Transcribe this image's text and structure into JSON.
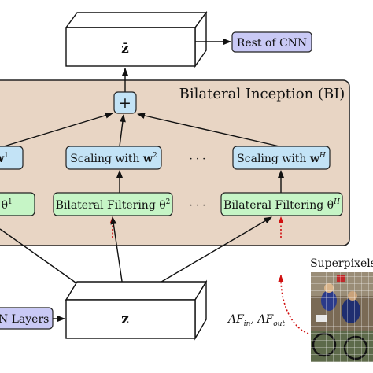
{
  "labels": {
    "zbar": "z̄",
    "z": "z",
    "rest": "Rest of CNN",
    "bi_title": "Bilateral Inception (BI)",
    "plus": "+",
    "scale_1": "w",
    "scale_1_sup": "1",
    "scale_2_text": "Scaling with ",
    "scale_2_w": "w",
    "scale_2_sup": "2",
    "scale_h_text": "Scaling with ",
    "scale_h_w": "w",
    "scale_h_sup": "H",
    "filt_1": "g θ",
    "filt_1_sup": "1",
    "filt_2": "Bilateral Filtering θ",
    "filt_2_sup": "2",
    "filt_h": "Bilateral Filtering θ",
    "filt_h_sup": "H",
    "dots_top": "· · ·",
    "dots_bottom": "· · ·",
    "cnn_layers": "NN Layers",
    "features": "ΛF",
    "features_in": "in",
    "features_sep": ", ΛF",
    "features_out": "out",
    "superpixels": "Superpixels"
  },
  "colors": {
    "bi_panel": "#e8d5c4",
    "scaling": "#c3e3f6",
    "filtering": "#c6f5c6",
    "rest": "#c9c9f5",
    "red_arrow": "#d01010"
  }
}
